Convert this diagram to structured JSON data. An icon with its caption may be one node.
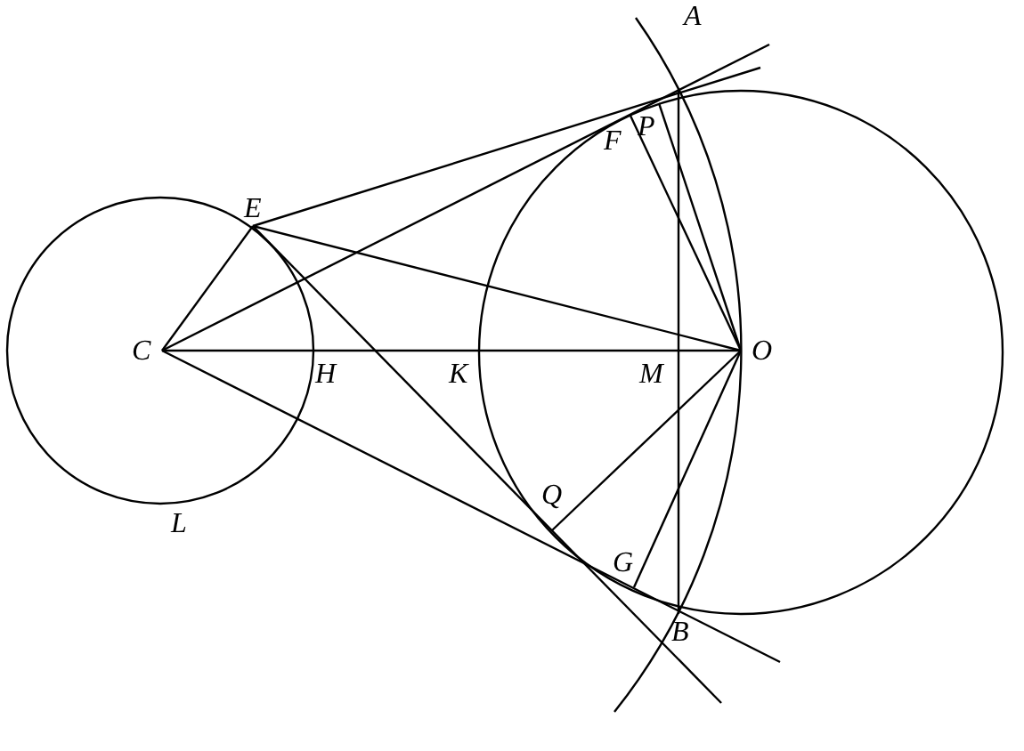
{
  "diagram": {
    "labels": [
      "A",
      "P",
      "F",
      "E",
      "C",
      "H",
      "K",
      "M",
      "O",
      "Q",
      "G",
      "B",
      "L"
    ]
  }
}
